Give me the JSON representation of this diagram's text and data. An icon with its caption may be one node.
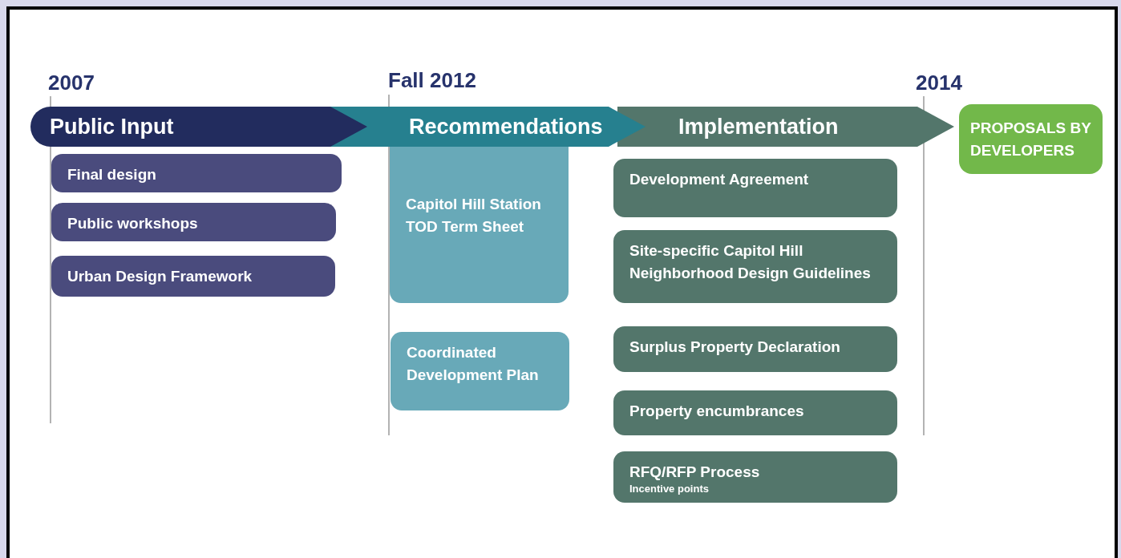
{
  "diagram": {
    "nodes": [
      {
        "text": [
          "Public Input"
        ]
      },
      {
        "text": [
          "Final design"
        ]
      },
      {
        "text": [
          "Public workshops"
        ]
      },
      {
        "text": [
          "Urban Design Framework"
        ]
      },
      {
        "text": [
          "Recommendations"
        ]
      },
      {
        "text": [
          "Capitol Hill Station TOD Term Sheet"
        ]
      },
      {
        "text": [
          "Coordinated Development Plan"
        ]
      },
      {
        "text": [
          "Implementation"
        ]
      },
      {
        "text": [
          "Development Agreement"
        ]
      },
      {
        "text": [
          "Site-specific Capitol Hill Neighborhood Design Guidelines"
        ]
      },
      {
        "text": [
          "Surplus Property Declaration"
        ]
      },
      {
        "text": [
          "Property encumbrances"
        ]
      },
      {
        "text": [
          "RFQ/RFP Process",
          "Incentive points"
        ]
      },
      {
        "text": [
          "PROPOSALS BY DEVELOPERS"
        ]
      }
    ],
    "labels": [
      "2007",
      "Fall 2012",
      "2014"
    ]
  }
}
